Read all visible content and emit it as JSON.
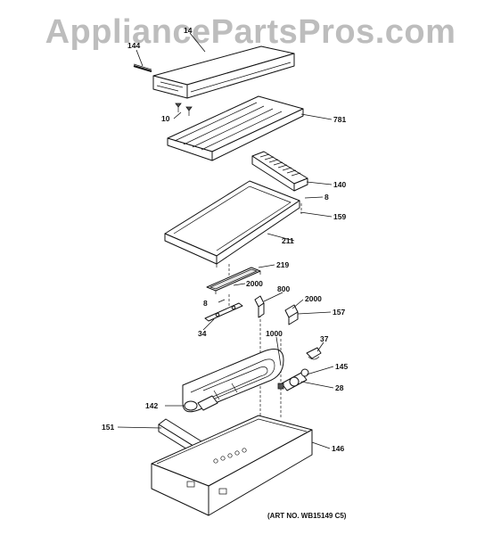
{
  "watermark": "AppliancePartsPros.com",
  "art_number": "(ART NO. WB15149 C5)",
  "callouts": {
    "c14": "14",
    "c144": "144",
    "c10": "10",
    "c781": "781",
    "c140": "140",
    "c8a": "8",
    "c159": "159",
    "c211": "211",
    "c219": "219",
    "c2000a": "2000",
    "c800": "800",
    "c2000b": "2000",
    "c8b": "8",
    "c157": "157",
    "c34": "34",
    "c1000": "1000",
    "c37": "37",
    "c145": "145",
    "c28": "28",
    "c142": "142",
    "c151": "151",
    "c146": "146"
  }
}
